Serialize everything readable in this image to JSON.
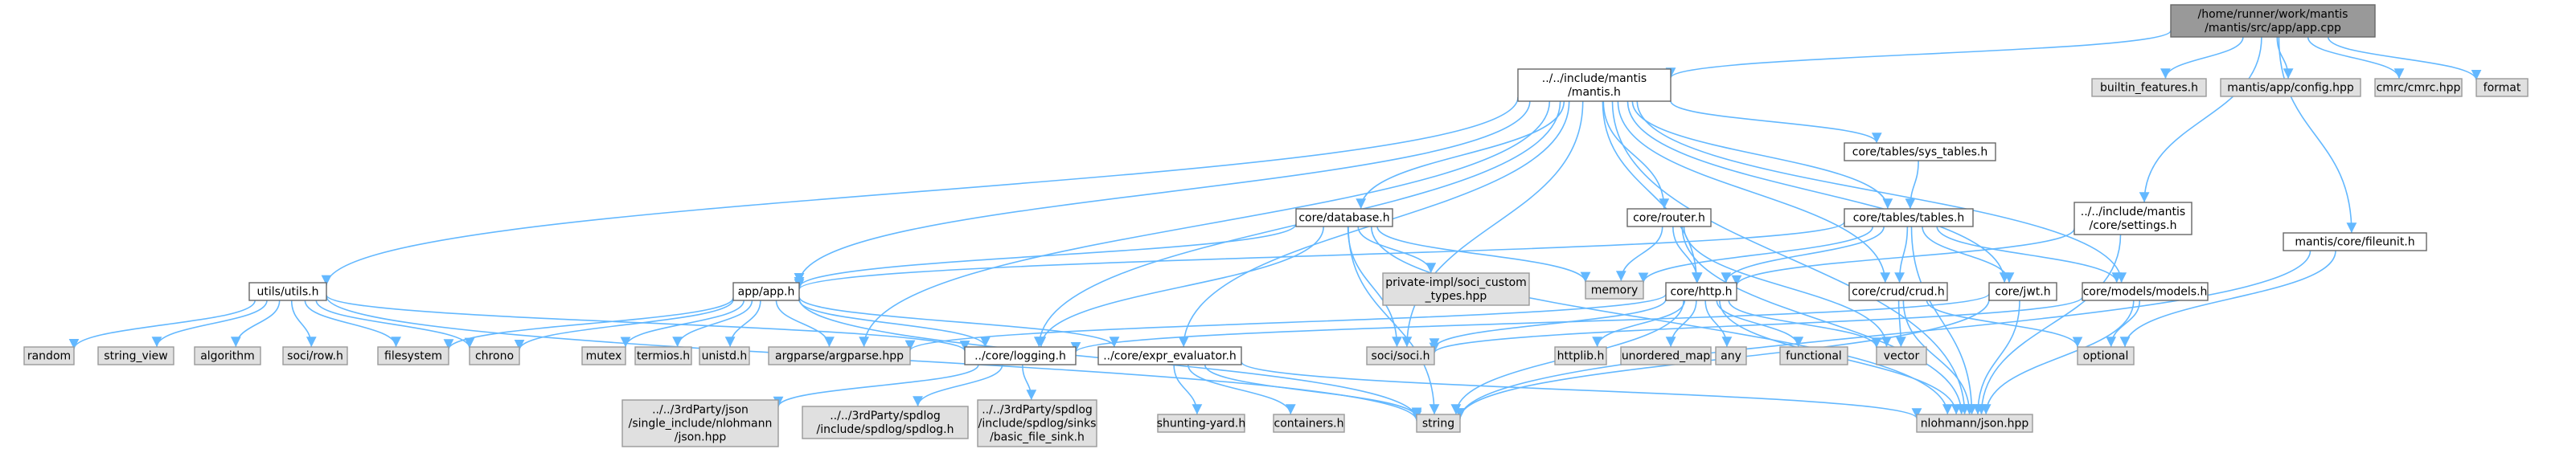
{
  "graph": {
    "nodes": [
      {
        "id": "app_cpp",
        "kind": "main",
        "lines": [
          "/home/runner/work/mantis",
          "/mantis/src/app/app.cpp"
        ]
      },
      {
        "id": "mantis_h",
        "kind": "local",
        "lines": [
          "../../include/mantis",
          "/mantis.h"
        ]
      },
      {
        "id": "builtin_features",
        "kind": "ext",
        "lines": [
          "builtin_features.h"
        ]
      },
      {
        "id": "app_config",
        "kind": "ext",
        "lines": [
          "mantis/app/config.hpp"
        ]
      },
      {
        "id": "cmrc",
        "kind": "ext",
        "lines": [
          "cmrc/cmrc.hpp"
        ]
      },
      {
        "id": "format",
        "kind": "ext",
        "lines": [
          "format"
        ]
      },
      {
        "id": "settings_h",
        "kind": "local",
        "lines": [
          "../../include/mantis",
          "/core/settings.h"
        ]
      },
      {
        "id": "fileunit",
        "kind": "local",
        "lines": [
          "mantis/core/fileunit.h"
        ]
      },
      {
        "id": "sys_tables",
        "kind": "local",
        "lines": [
          "core/tables/sys_tables.h"
        ]
      },
      {
        "id": "database_h",
        "kind": "local",
        "lines": [
          "core/database.h"
        ]
      },
      {
        "id": "router_h",
        "kind": "local",
        "lines": [
          "core/router.h"
        ]
      },
      {
        "id": "tables_h",
        "kind": "local",
        "lines": [
          "core/tables/tables.h"
        ]
      },
      {
        "id": "utils_h",
        "kind": "local",
        "lines": [
          "utils/utils.h"
        ]
      },
      {
        "id": "app_h",
        "kind": "local",
        "lines": [
          "app/app.h"
        ]
      },
      {
        "id": "soci_custom",
        "kind": "ext",
        "lines": [
          "private-impl/soci_custom",
          "_types.hpp"
        ]
      },
      {
        "id": "memory",
        "kind": "ext",
        "lines": [
          "memory"
        ]
      },
      {
        "id": "http_h",
        "kind": "local",
        "lines": [
          "core/http.h"
        ]
      },
      {
        "id": "crud_h",
        "kind": "local",
        "lines": [
          "core/crud/crud.h"
        ]
      },
      {
        "id": "jwt_h",
        "kind": "local",
        "lines": [
          "core/jwt.h"
        ]
      },
      {
        "id": "models_h",
        "kind": "local",
        "lines": [
          "core/models/models.h"
        ]
      },
      {
        "id": "random",
        "kind": "ext",
        "lines": [
          "random"
        ]
      },
      {
        "id": "string_view",
        "kind": "ext",
        "lines": [
          "string_view"
        ]
      },
      {
        "id": "algorithm",
        "kind": "ext",
        "lines": [
          "algorithm"
        ]
      },
      {
        "id": "soci_row",
        "kind": "ext",
        "lines": [
          "soci/row.h"
        ]
      },
      {
        "id": "filesystem",
        "kind": "ext",
        "lines": [
          "filesystem"
        ]
      },
      {
        "id": "chrono",
        "kind": "ext",
        "lines": [
          "chrono"
        ]
      },
      {
        "id": "mutex",
        "kind": "ext",
        "lines": [
          "mutex"
        ]
      },
      {
        "id": "termios",
        "kind": "ext",
        "lines": [
          "termios.h"
        ]
      },
      {
        "id": "unistd",
        "kind": "ext",
        "lines": [
          "unistd.h"
        ]
      },
      {
        "id": "argparse",
        "kind": "ext",
        "lines": [
          "argparse/argparse.hpp"
        ]
      },
      {
        "id": "logging_h",
        "kind": "local",
        "lines": [
          "../core/logging.h"
        ]
      },
      {
        "id": "expr_eval",
        "kind": "local",
        "lines": [
          "../core/expr_evaluator.h"
        ]
      },
      {
        "id": "soci_h",
        "kind": "ext",
        "lines": [
          "soci/soci.h"
        ]
      },
      {
        "id": "httplib",
        "kind": "ext",
        "lines": [
          "httplib.h"
        ]
      },
      {
        "id": "unordered_map",
        "kind": "ext",
        "lines": [
          "unordered_map"
        ]
      },
      {
        "id": "any",
        "kind": "ext",
        "lines": [
          "any"
        ]
      },
      {
        "id": "functional",
        "kind": "ext",
        "lines": [
          "functional"
        ]
      },
      {
        "id": "vector",
        "kind": "ext",
        "lines": [
          "vector"
        ]
      },
      {
        "id": "optional",
        "kind": "ext",
        "lines": [
          "optional"
        ]
      },
      {
        "id": "json_single",
        "kind": "ext",
        "lines": [
          "../../3rdParty/json",
          "/single_include/nlohmann",
          "/json.hpp"
        ]
      },
      {
        "id": "spdlog",
        "kind": "ext",
        "lines": [
          "../../3rdParty/spdlog",
          "/include/spdlog/spdlog.h"
        ]
      },
      {
        "id": "basic_file_sink",
        "kind": "ext",
        "lines": [
          "../../3rdParty/spdlog",
          "/include/spdlog/sinks",
          "/basic_file_sink.h"
        ]
      },
      {
        "id": "shunting_yard",
        "kind": "ext",
        "lines": [
          "shunting-yard.h"
        ]
      },
      {
        "id": "containers",
        "kind": "ext",
        "lines": [
          "containers.h"
        ]
      },
      {
        "id": "string",
        "kind": "ext",
        "lines": [
          "string"
        ]
      },
      {
        "id": "nlohmann_json",
        "kind": "ext",
        "lines": [
          "nlohmann/json.hpp"
        ]
      }
    ],
    "edges": [
      [
        "app_cpp",
        "mantis_h"
      ],
      [
        "app_cpp",
        "builtin_features"
      ],
      [
        "app_cpp",
        "app_config"
      ],
      [
        "app_cpp",
        "cmrc"
      ],
      [
        "app_cpp",
        "format"
      ],
      [
        "app_cpp",
        "settings_h"
      ],
      [
        "app_cpp",
        "fileunit"
      ],
      [
        "mantis_h",
        "utils_h"
      ],
      [
        "mantis_h",
        "app_h"
      ],
      [
        "mantis_h",
        "argparse"
      ],
      [
        "mantis_h",
        "logging_h"
      ],
      [
        "mantis_h",
        "expr_eval"
      ],
      [
        "mantis_h",
        "database_h"
      ],
      [
        "mantis_h",
        "soci_h"
      ],
      [
        "mantis_h",
        "router_h"
      ],
      [
        "mantis_h",
        "http_h"
      ],
      [
        "mantis_h",
        "crud_h"
      ],
      [
        "mantis_h",
        "sys_tables"
      ],
      [
        "mantis_h",
        "tables_h"
      ],
      [
        "mantis_h",
        "jwt_h"
      ],
      [
        "mantis_h",
        "models_h"
      ],
      [
        "mantis_h",
        "nlohmann_json"
      ],
      [
        "settings_h",
        "http_h"
      ],
      [
        "settings_h",
        "nlohmann_json"
      ],
      [
        "fileunit",
        "optional"
      ],
      [
        "fileunit",
        "string"
      ],
      [
        "sys_tables",
        "tables_h"
      ],
      [
        "database_h",
        "app_h"
      ],
      [
        "database_h",
        "memory"
      ],
      [
        "database_h",
        "soci_custom"
      ],
      [
        "database_h",
        "soci_h"
      ],
      [
        "database_h",
        "logging_h"
      ],
      [
        "database_h",
        "nlohmann_json"
      ],
      [
        "database_h",
        "string"
      ],
      [
        "router_h",
        "memory"
      ],
      [
        "router_h",
        "vector"
      ],
      [
        "router_h",
        "http_h"
      ],
      [
        "router_h",
        "nlohmann_json"
      ],
      [
        "tables_h",
        "app_h"
      ],
      [
        "tables_h",
        "http_h"
      ],
      [
        "tables_h",
        "crud_h"
      ],
      [
        "tables_h",
        "jwt_h"
      ],
      [
        "tables_h",
        "models_h"
      ],
      [
        "tables_h",
        "memory"
      ],
      [
        "tables_h",
        "nlohmann_json"
      ],
      [
        "utils_h",
        "random"
      ],
      [
        "utils_h",
        "string_view"
      ],
      [
        "utils_h",
        "algorithm"
      ],
      [
        "utils_h",
        "soci_row"
      ],
      [
        "utils_h",
        "filesystem"
      ],
      [
        "utils_h",
        "chrono"
      ],
      [
        "utils_h",
        "logging_h"
      ],
      [
        "utils_h",
        "string"
      ],
      [
        "app_h",
        "filesystem"
      ],
      [
        "app_h",
        "chrono"
      ],
      [
        "app_h",
        "mutex"
      ],
      [
        "app_h",
        "termios"
      ],
      [
        "app_h",
        "unistd"
      ],
      [
        "app_h",
        "argparse"
      ],
      [
        "app_h",
        "logging_h"
      ],
      [
        "app_h",
        "expr_eval"
      ],
      [
        "app_h",
        "string"
      ],
      [
        "http_h",
        "argparse"
      ],
      [
        "http_h",
        "httplib"
      ],
      [
        "http_h",
        "unordered_map"
      ],
      [
        "http_h",
        "any"
      ],
      [
        "http_h",
        "functional"
      ],
      [
        "http_h",
        "vector"
      ],
      [
        "http_h",
        "string"
      ],
      [
        "http_h",
        "nlohmann_json"
      ],
      [
        "http_h",
        "soci_h"
      ],
      [
        "crud_h",
        "vector"
      ],
      [
        "crud_h",
        "optional"
      ],
      [
        "crud_h",
        "nlohmann_json"
      ],
      [
        "jwt_h",
        "logging_h"
      ],
      [
        "jwt_h",
        "nlohmann_json"
      ],
      [
        "jwt_h",
        "string"
      ],
      [
        "models_h",
        "optional"
      ],
      [
        "models_h",
        "nlohmann_json"
      ],
      [
        "models_h",
        "soci_h"
      ],
      [
        "logging_h",
        "json_single"
      ],
      [
        "logging_h",
        "spdlog"
      ],
      [
        "logging_h",
        "basic_file_sink"
      ],
      [
        "expr_eval",
        "shunting_yard"
      ],
      [
        "expr_eval",
        "containers"
      ],
      [
        "expr_eval",
        "string"
      ],
      [
        "expr_eval",
        "nlohmann_json"
      ]
    ]
  },
  "colors": {
    "edge": "#63b8ff",
    "main_fill": "#999999",
    "local_fill": "#ffffff",
    "external_fill": "#e0e0e0",
    "border": "#666666",
    "external_border": "#999999"
  }
}
